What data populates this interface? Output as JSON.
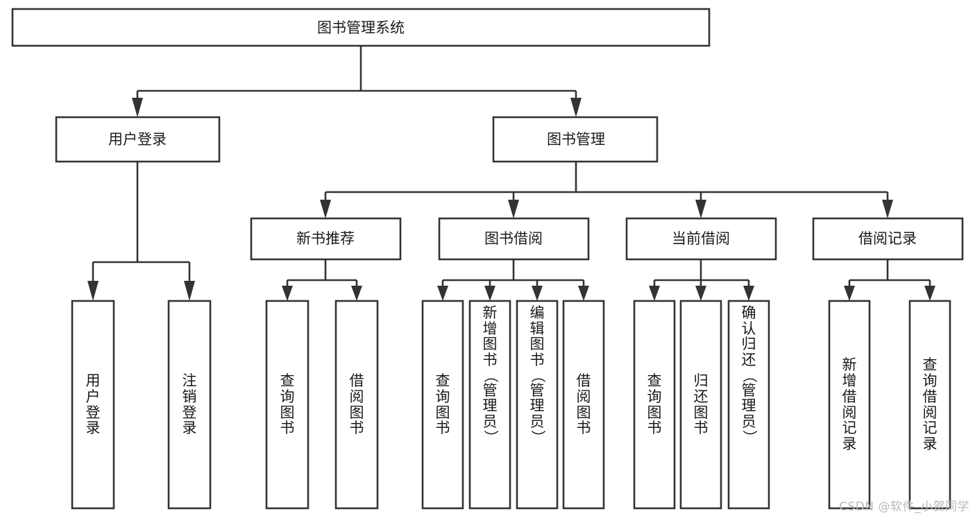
{
  "diagram": {
    "type": "hierarchy-tree",
    "title": "图书管理系统",
    "watermark": "CSDN @软件_小贺同学",
    "colors": {
      "stroke": "#333333",
      "fill": "#ffffff",
      "text": "#1a1a1a",
      "watermark": "#b9b9b9"
    },
    "levels": [
      {
        "level": 0,
        "nodes": [
          {
            "id": "root",
            "label": "图书管理系统",
            "orientation": "horizontal"
          }
        ]
      },
      {
        "level": 1,
        "nodes": [
          {
            "id": "user-login",
            "label": "用户登录",
            "orientation": "horizontal",
            "parent": "root"
          },
          {
            "id": "book-manage",
            "label": "图书管理",
            "orientation": "horizontal",
            "parent": "root"
          }
        ]
      },
      {
        "level": 2,
        "nodes": [
          {
            "id": "new-book-rec",
            "label": "新书推荐",
            "orientation": "horizontal",
            "parent": "book-manage"
          },
          {
            "id": "book-borrow",
            "label": "图书借阅",
            "orientation": "horizontal",
            "parent": "book-manage"
          },
          {
            "id": "current-borrow",
            "label": "当前借阅",
            "orientation": "horizontal",
            "parent": "book-manage"
          },
          {
            "id": "borrow-record",
            "label": "借阅记录",
            "orientation": "horizontal",
            "parent": "book-manage"
          }
        ]
      },
      {
        "level": 3,
        "nodes": [
          {
            "id": "leaf-user-login",
            "label": "用户登录",
            "orientation": "vertical",
            "parent": "user-login"
          },
          {
            "id": "leaf-user-logout",
            "label": "注销登录",
            "orientation": "vertical",
            "parent": "user-login"
          },
          {
            "id": "leaf-rec-query",
            "label": "查询图书",
            "orientation": "vertical",
            "parent": "new-book-rec"
          },
          {
            "id": "leaf-rec-borrow",
            "label": "借阅图书",
            "orientation": "vertical",
            "parent": "new-book-rec"
          },
          {
            "id": "leaf-borrow-query",
            "label": "查询图书",
            "orientation": "vertical",
            "parent": "book-borrow"
          },
          {
            "id": "leaf-borrow-add",
            "label": "新增图书（管理员）",
            "orientation": "vertical",
            "parent": "book-borrow"
          },
          {
            "id": "leaf-borrow-edit",
            "label": "编辑图书（管理员）",
            "orientation": "vertical",
            "parent": "book-borrow"
          },
          {
            "id": "leaf-borrow-lend",
            "label": "借阅图书",
            "orientation": "vertical",
            "parent": "book-borrow"
          },
          {
            "id": "leaf-cur-query",
            "label": "查询图书",
            "orientation": "vertical",
            "parent": "current-borrow"
          },
          {
            "id": "leaf-cur-return",
            "label": "归还图书",
            "orientation": "vertical",
            "parent": "current-borrow"
          },
          {
            "id": "leaf-cur-confirm",
            "label": "确认归还（管理员）",
            "orientation": "vertical",
            "parent": "current-borrow"
          },
          {
            "id": "leaf-rec-add",
            "label": "新增借阅记录",
            "orientation": "vertical",
            "parent": "borrow-record"
          },
          {
            "id": "leaf-rec-search",
            "label": "查询借阅记录",
            "orientation": "vertical",
            "parent": "borrow-record"
          }
        ]
      }
    ]
  }
}
